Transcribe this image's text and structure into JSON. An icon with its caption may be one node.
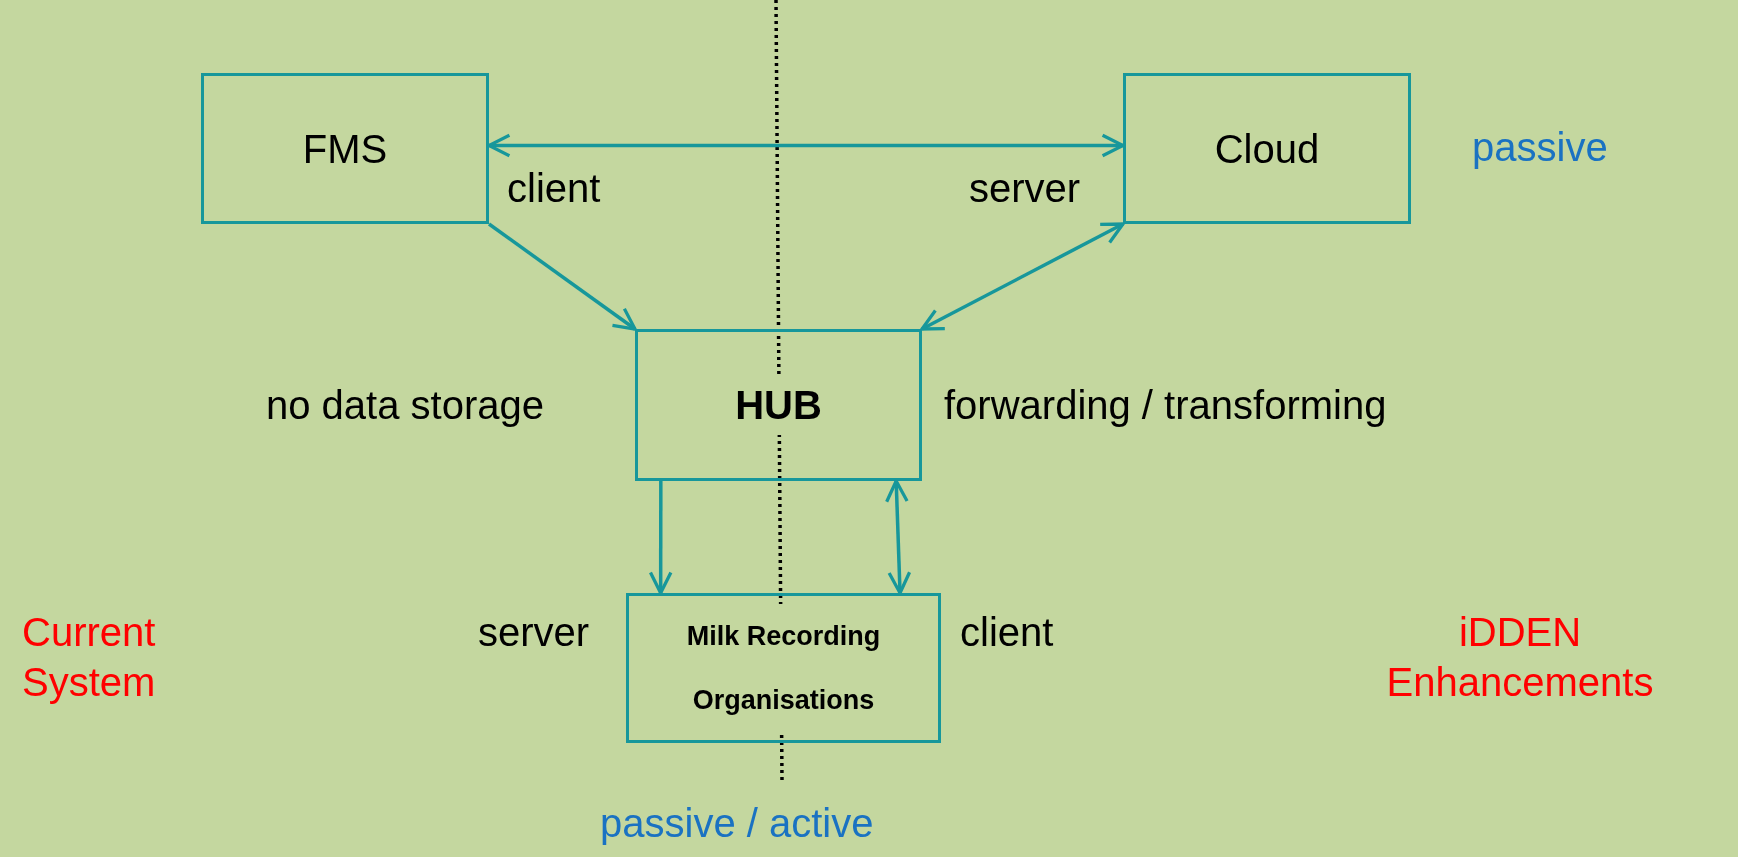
{
  "diagram": {
    "nodes": [
      {
        "text": [
          "FMS"
        ]
      },
      {
        "text": [
          "Cloud"
        ]
      },
      {
        "text": [
          "HUB"
        ]
      },
      {
        "text": [
          "Milk Recording Organisations"
        ]
      }
    ],
    "edges": [
      {
        "from": 0,
        "to": 1,
        "arrow": "both"
      },
      {
        "from": 0,
        "to": 2,
        "arrow": "to"
      },
      {
        "from": 1,
        "to": 2,
        "arrow": "both"
      },
      {
        "from": 2,
        "to": 3,
        "arrow": "to"
      },
      {
        "from": 2,
        "to": 3,
        "arrow": "both"
      }
    ],
    "labels": [
      "passive",
      "client",
      "server",
      "no data storage",
      "forwarding / transforming",
      "server",
      "client",
      "Current System",
      "iDDEN Enhancements",
      "passive / active"
    ]
  }
}
